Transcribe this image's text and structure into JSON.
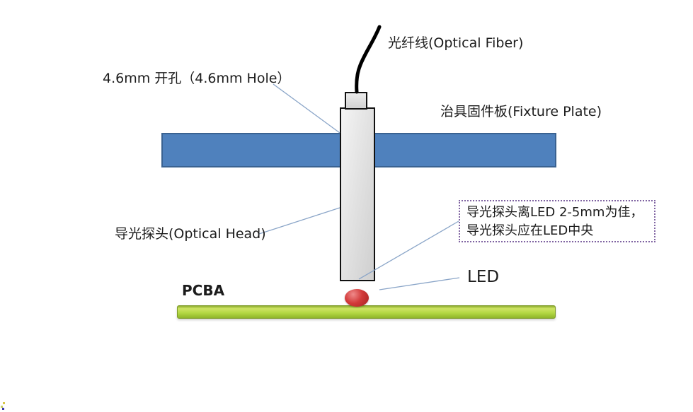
{
  "diagram": {
    "labels": {
      "optical_fiber": "光纤线(Optical Fiber)",
      "hole": "4.6mm 开孔（4.6mm Hole）",
      "fixture_plate": "治具固件板(Fixture Plate)",
      "optical_head": "导光探头(Optical Head)",
      "led": "LED",
      "pcba": "PCBA"
    },
    "note": {
      "line1": "导光探头离LED  2-5mm为佳，",
      "line2": "导光探头应在LED中央"
    }
  },
  "colors": {
    "plate_fill": "#4f81bd",
    "plate_border": "#3a6291",
    "probe_border": "#111111",
    "led_fill": "#d23a3a",
    "pcba_fill": "#b2d642",
    "pcba_border": "#7d9a28",
    "note_border": "#8064a2",
    "leader_line": "#8aa5c8",
    "fiber": "#000000",
    "text": "#1c1c1c"
  }
}
